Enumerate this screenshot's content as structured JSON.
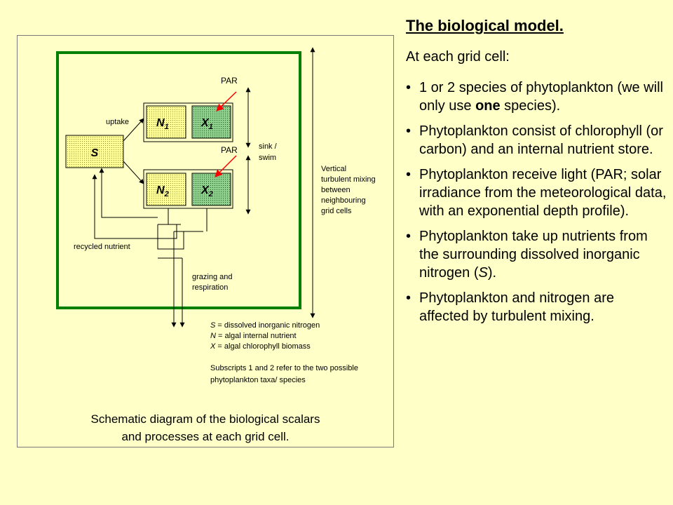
{
  "title": "The biological model.",
  "intro": "At each grid cell:",
  "bullets": [
    {
      "parts": [
        {
          "text": "1 or 2 species of phytoplankton (we will only use "
        },
        {
          "text": "one",
          "style": "b"
        },
        {
          "text": " species)."
        }
      ]
    },
    {
      "parts": [
        {
          "text": "Phytoplankton consist of chlorophyll (or carbon) and an internal nutrient store."
        }
      ]
    },
    {
      "parts": [
        {
          "text": "Phytoplankton receive light (PAR; solar irradiance from the meteorological data, with an exponential depth profile)."
        }
      ]
    },
    {
      "parts": [
        {
          "text": "Phytoplankton take up nutrients from the surrounding dissolved inorganic nitrogen ("
        },
        {
          "text": "S",
          "style": "i"
        },
        {
          "text": ")."
        }
      ]
    },
    {
      "parts": [
        {
          "text": "Phytoplankton and nitrogen are affected by turbulent mixing."
        }
      ]
    }
  ],
  "diagram": {
    "boxes": {
      "s": "S",
      "n1": "N",
      "n1_sub": "1",
      "x1": "X",
      "x1_sub": "1",
      "n2": "N",
      "n2_sub": "2",
      "x2": "X",
      "x2_sub": "2"
    },
    "labels": {
      "par_top": "PAR",
      "par_mid": "PAR",
      "uptake": "uptake",
      "sink_swim": [
        "sink /",
        "swim"
      ],
      "vertical_mixing": [
        "Vertical",
        "turbulent mixing",
        "between",
        "neighbouring",
        "grid cells"
      ],
      "recycled": "recycled nutrient",
      "grazing": [
        "grazing and",
        "respiration"
      ]
    },
    "legend": [
      {
        "sym": "S",
        "text": " = dissolved inorganic nitrogen"
      },
      {
        "sym": "N",
        "text": " = algal internal  nutrient"
      },
      {
        "sym": "X",
        "text": " = algal chlorophyll biomass"
      }
    ],
    "subscript_note": [
      "Subscripts 1 and 2 refer to the two possible",
      "phytoplankton taxa/ species"
    ]
  },
  "caption": [
    "Schematic diagram of the biological scalars",
    "and processes at each grid cell."
  ],
  "colors": {
    "background": "#ffffc8",
    "grid_cell_border": "#008000",
    "par_arrow": "#ff0000",
    "box_fill": "#ffff96",
    "x_box_fill": "#8fd08f"
  }
}
